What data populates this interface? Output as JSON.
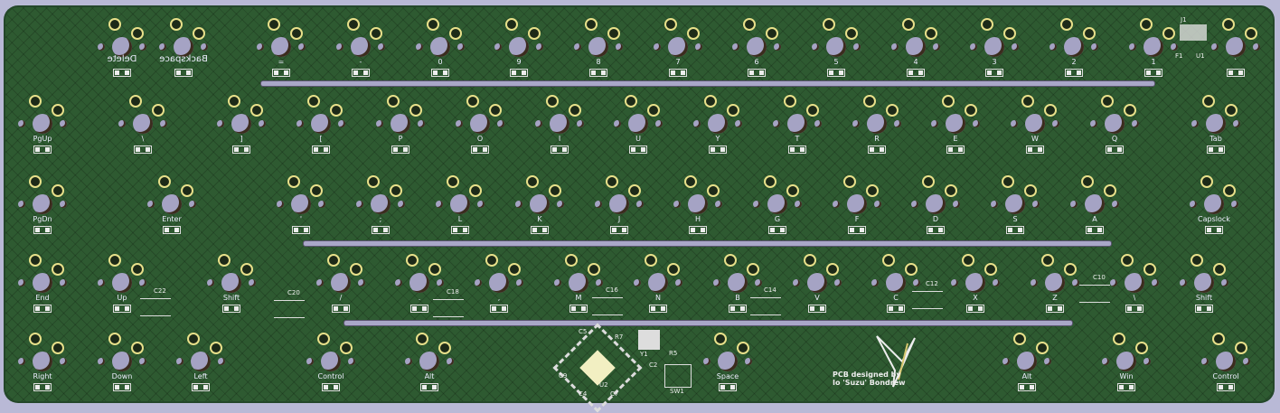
{
  "board": {
    "color": "#2e5a31",
    "background": "#b9b9d6",
    "silkscreen": "#eeeeff"
  },
  "rows": [
    [
      "Delete",
      "Backspace",
      "=",
      "-",
      "0",
      "9",
      "8",
      "7",
      "6",
      "5",
      "4",
      "3",
      "2",
      "1",
      "`"
    ],
    [
      "PgUp",
      "\\",
      "]",
      "[",
      "P",
      "O",
      "I",
      "U",
      "Y",
      "T",
      "R",
      "E",
      "W",
      "Q",
      "Tab"
    ],
    [
      "PgDn",
      "Enter",
      "'",
      ";",
      "L",
      "K",
      "J",
      "H",
      "G",
      "F",
      "D",
      "S",
      "A",
      "Capslock"
    ],
    [
      "End",
      "Up",
      "Shift",
      "/",
      ".",
      ",",
      "M",
      "N",
      "B",
      "V",
      "C",
      "X",
      "Z",
      "\\",
      "Shift"
    ],
    [
      "Right",
      "Down",
      "Left",
      "Control",
      "Alt",
      "Space",
      "Alt",
      "Win",
      "Control"
    ]
  ],
  "refs": {
    "c22": "C22",
    "c20": "C20",
    "c18": "C18",
    "c16": "C16",
    "c14": "C14",
    "c12": "C12",
    "c10": "C10",
    "c5": "C5",
    "c4": "C4",
    "c7": "C7",
    "c2": "C2",
    "c9": "C9",
    "r7": "R7",
    "r5": "R5",
    "y1": "Y1",
    "u2": "U2",
    "sw1": "SW1",
    "j1": "J1",
    "u1": "U1",
    "f1": "F1"
  },
  "credit": {
    "line1": "PCB designed by",
    "line2": "Io 'Suzu' Bondrew"
  }
}
